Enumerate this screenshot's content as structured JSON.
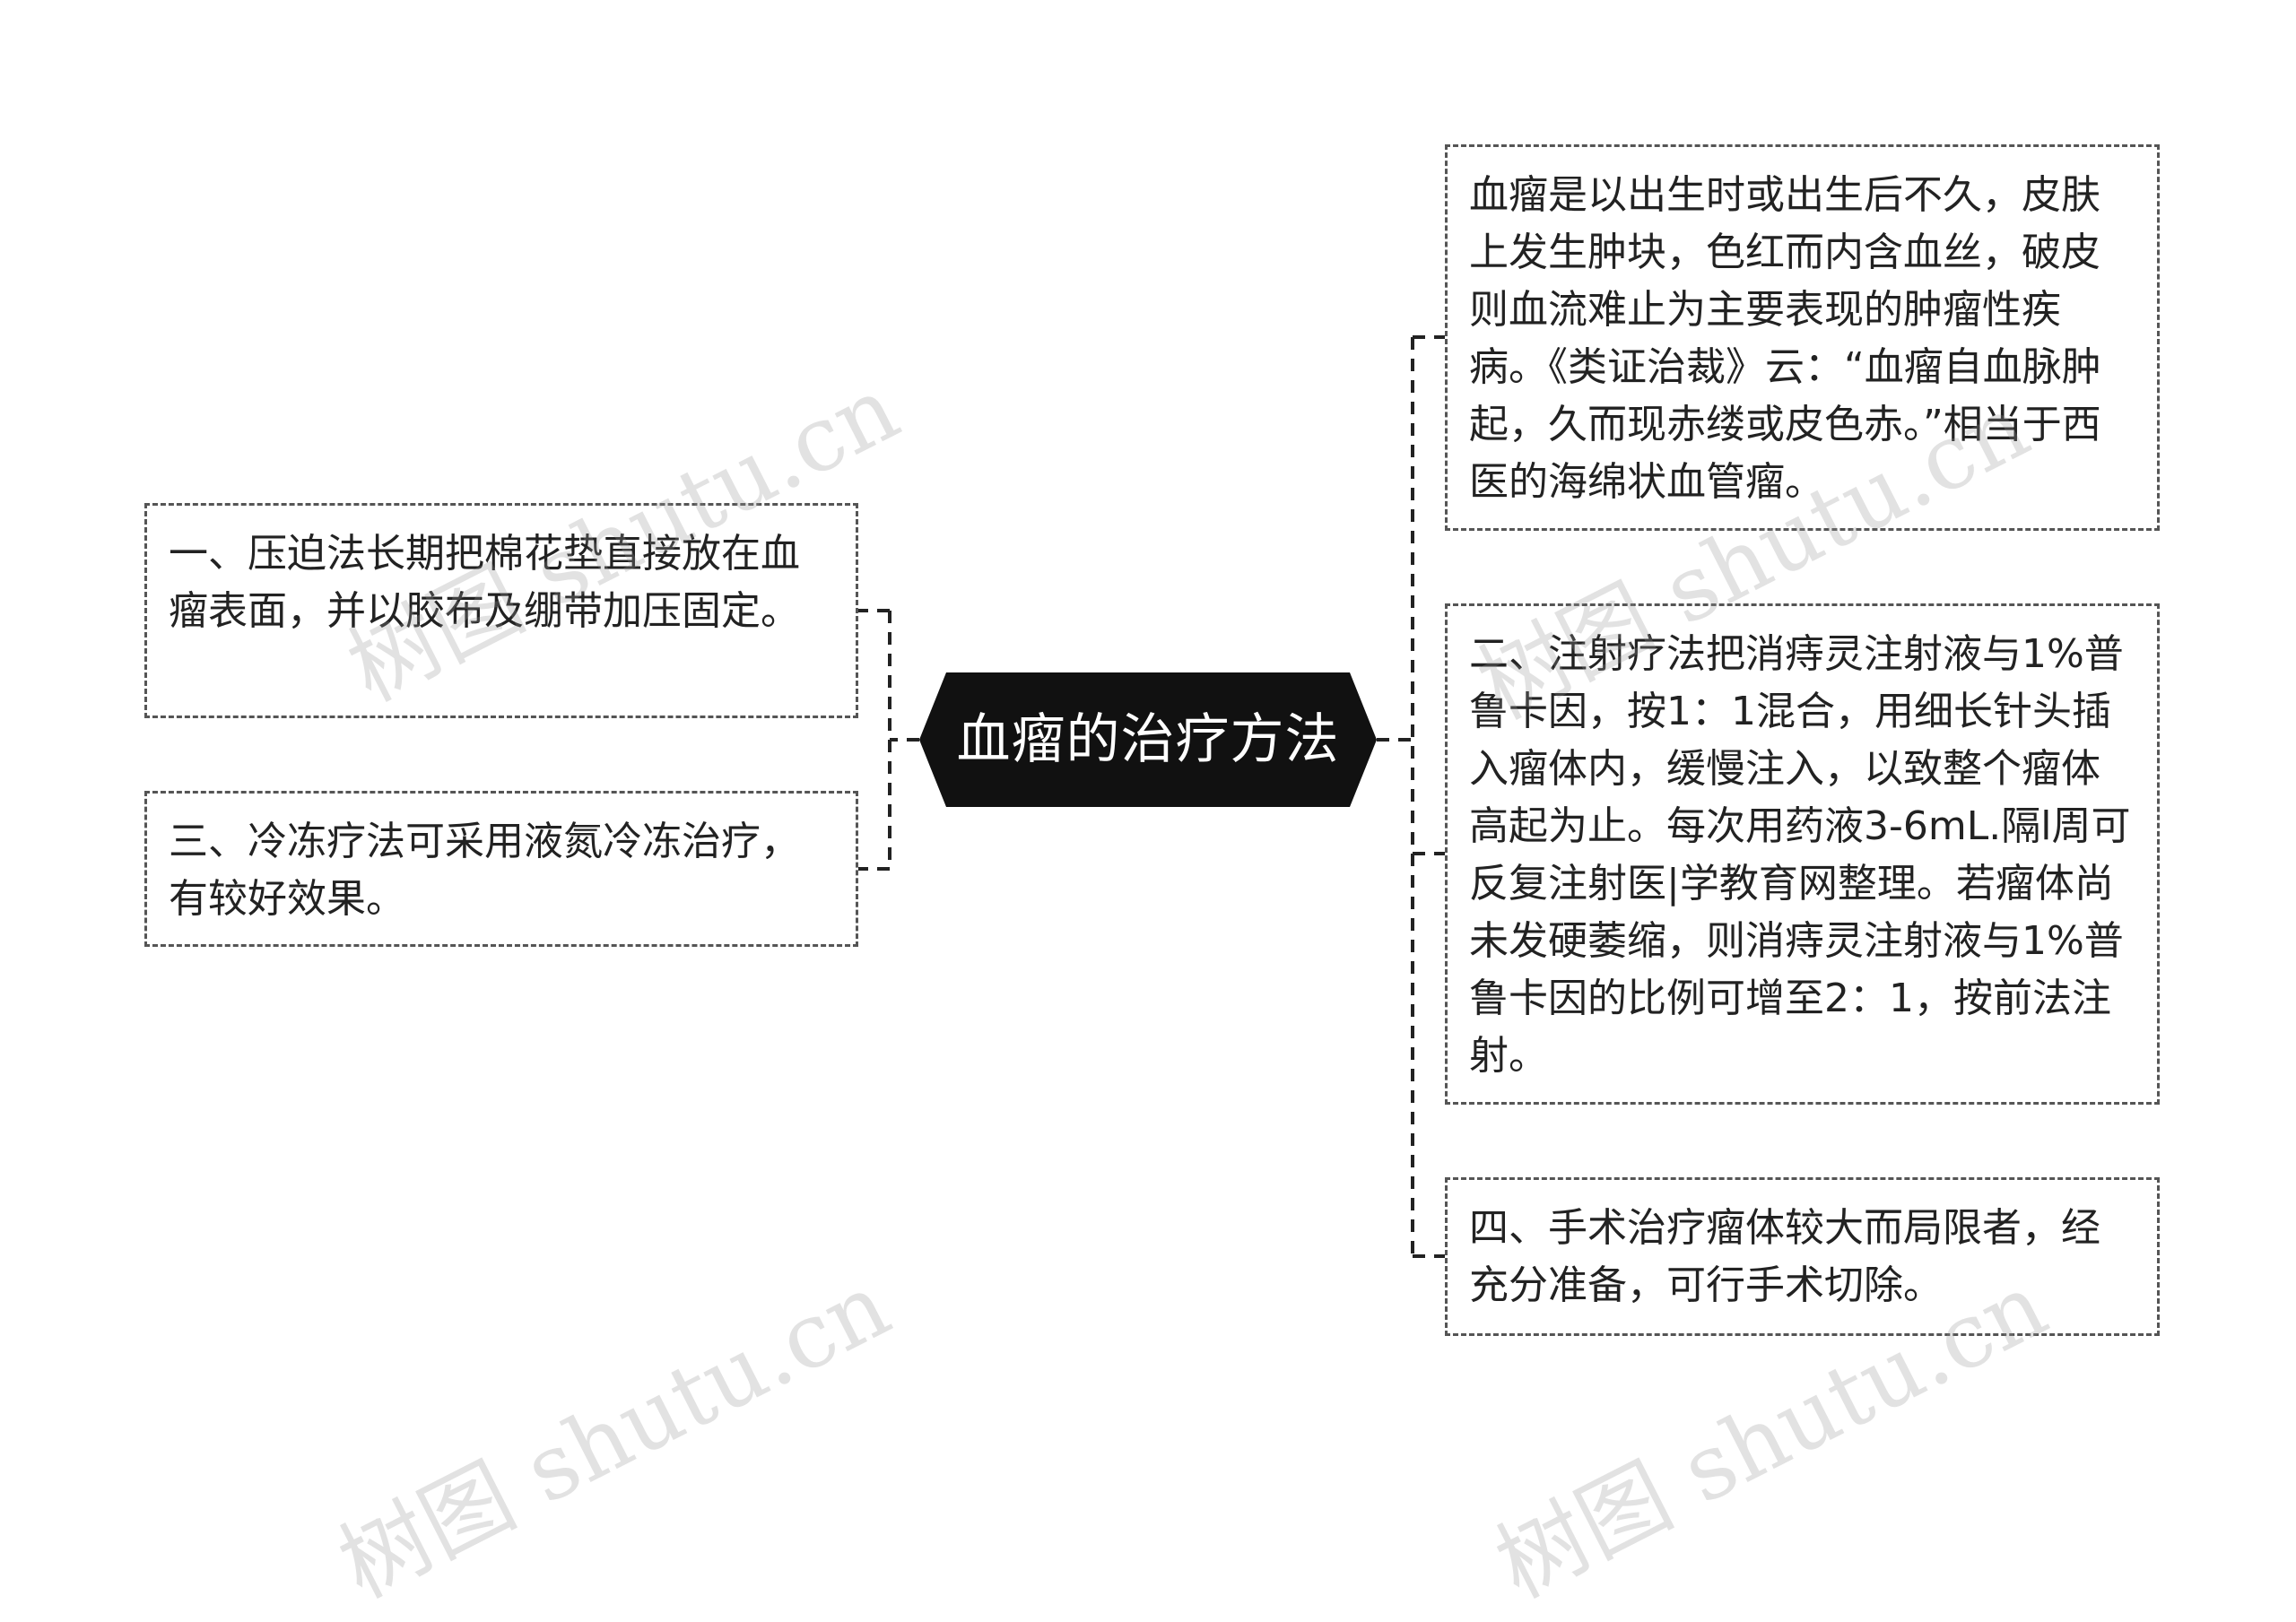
{
  "root": {
    "label": "血瘤的治疗方法",
    "fill_color": "#111111",
    "text_color": "#ffffff"
  },
  "branches": {
    "left": [
      {
        "id": "left-1",
        "text": "一、压迫法长期把棉花垫直接放在血瘤表面，并以胶布及绷带加压固定。"
      },
      {
        "id": "left-2",
        "text": "三、冷冻疗法可采用液氮冷冻治疗，有较好效果。"
      }
    ],
    "right": [
      {
        "id": "right-1",
        "text": "血瘤是以出生时或出生后不久，皮肤上发生肿块，色红而内含血丝，破皮则血流难止为主要表现的肿瘤性疾病。《类证治裁》云：“血瘤自血脉肿起，久而现赤缕或皮色赤。”相当于西医的海绵状血管瘤。"
      },
      {
        "id": "right-2",
        "text": "二、注射疗法把消痔灵注射液与1%普鲁卡因，按1：1混合，用细长针头插入瘤体内，缓慢注入，以致整个瘤体高起为止。每次用药液3-6mL.隔l周可反复注射医|学教育网整理。若瘤体尚未发硬萎缩，则消痔灵注射液与1%普鲁卡因的比例可增至2：1，按前法注射。"
      },
      {
        "id": "right-4",
        "text": "四、手术治疗瘤体较大而局限者，经充分准备，可行手术切除。"
      }
    ]
  },
  "style": {
    "border_color": "#555555",
    "connector_color": "#222222"
  },
  "watermarks": [
    "树图 shutu.cn",
    "树图 shutu.cn",
    "树图 shutu.cn",
    "树图 shutu.cn"
  ]
}
